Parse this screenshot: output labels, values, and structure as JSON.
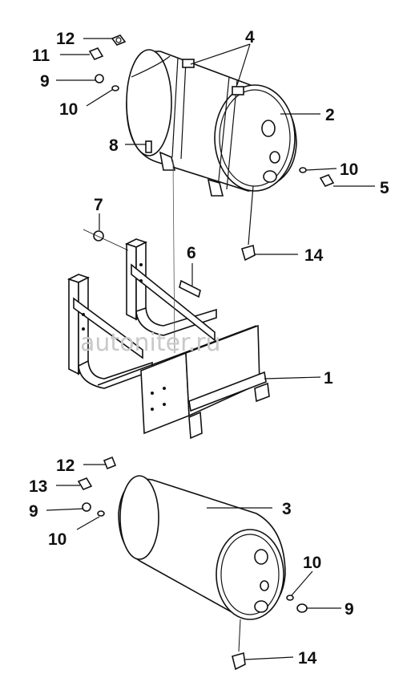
{
  "watermark": "autoniter.ru",
  "callouts": {
    "c12_top": "12",
    "c11_top": "11",
    "c9_top": "9",
    "c10_top_left": "10",
    "c4": "4",
    "c2": "2",
    "c8": "8",
    "c10_top_right": "10",
    "c5": "5",
    "c14_top": "14",
    "c7": "7",
    "c6": "6",
    "c1": "1",
    "c12_bottom": "12",
    "c13": "13",
    "c9_bottom_left": "9",
    "c3": "3",
    "c10_bottom_left": "10",
    "c10_bottom_right": "10",
    "c9_bottom_right": "9",
    "c14_bottom": "14"
  }
}
